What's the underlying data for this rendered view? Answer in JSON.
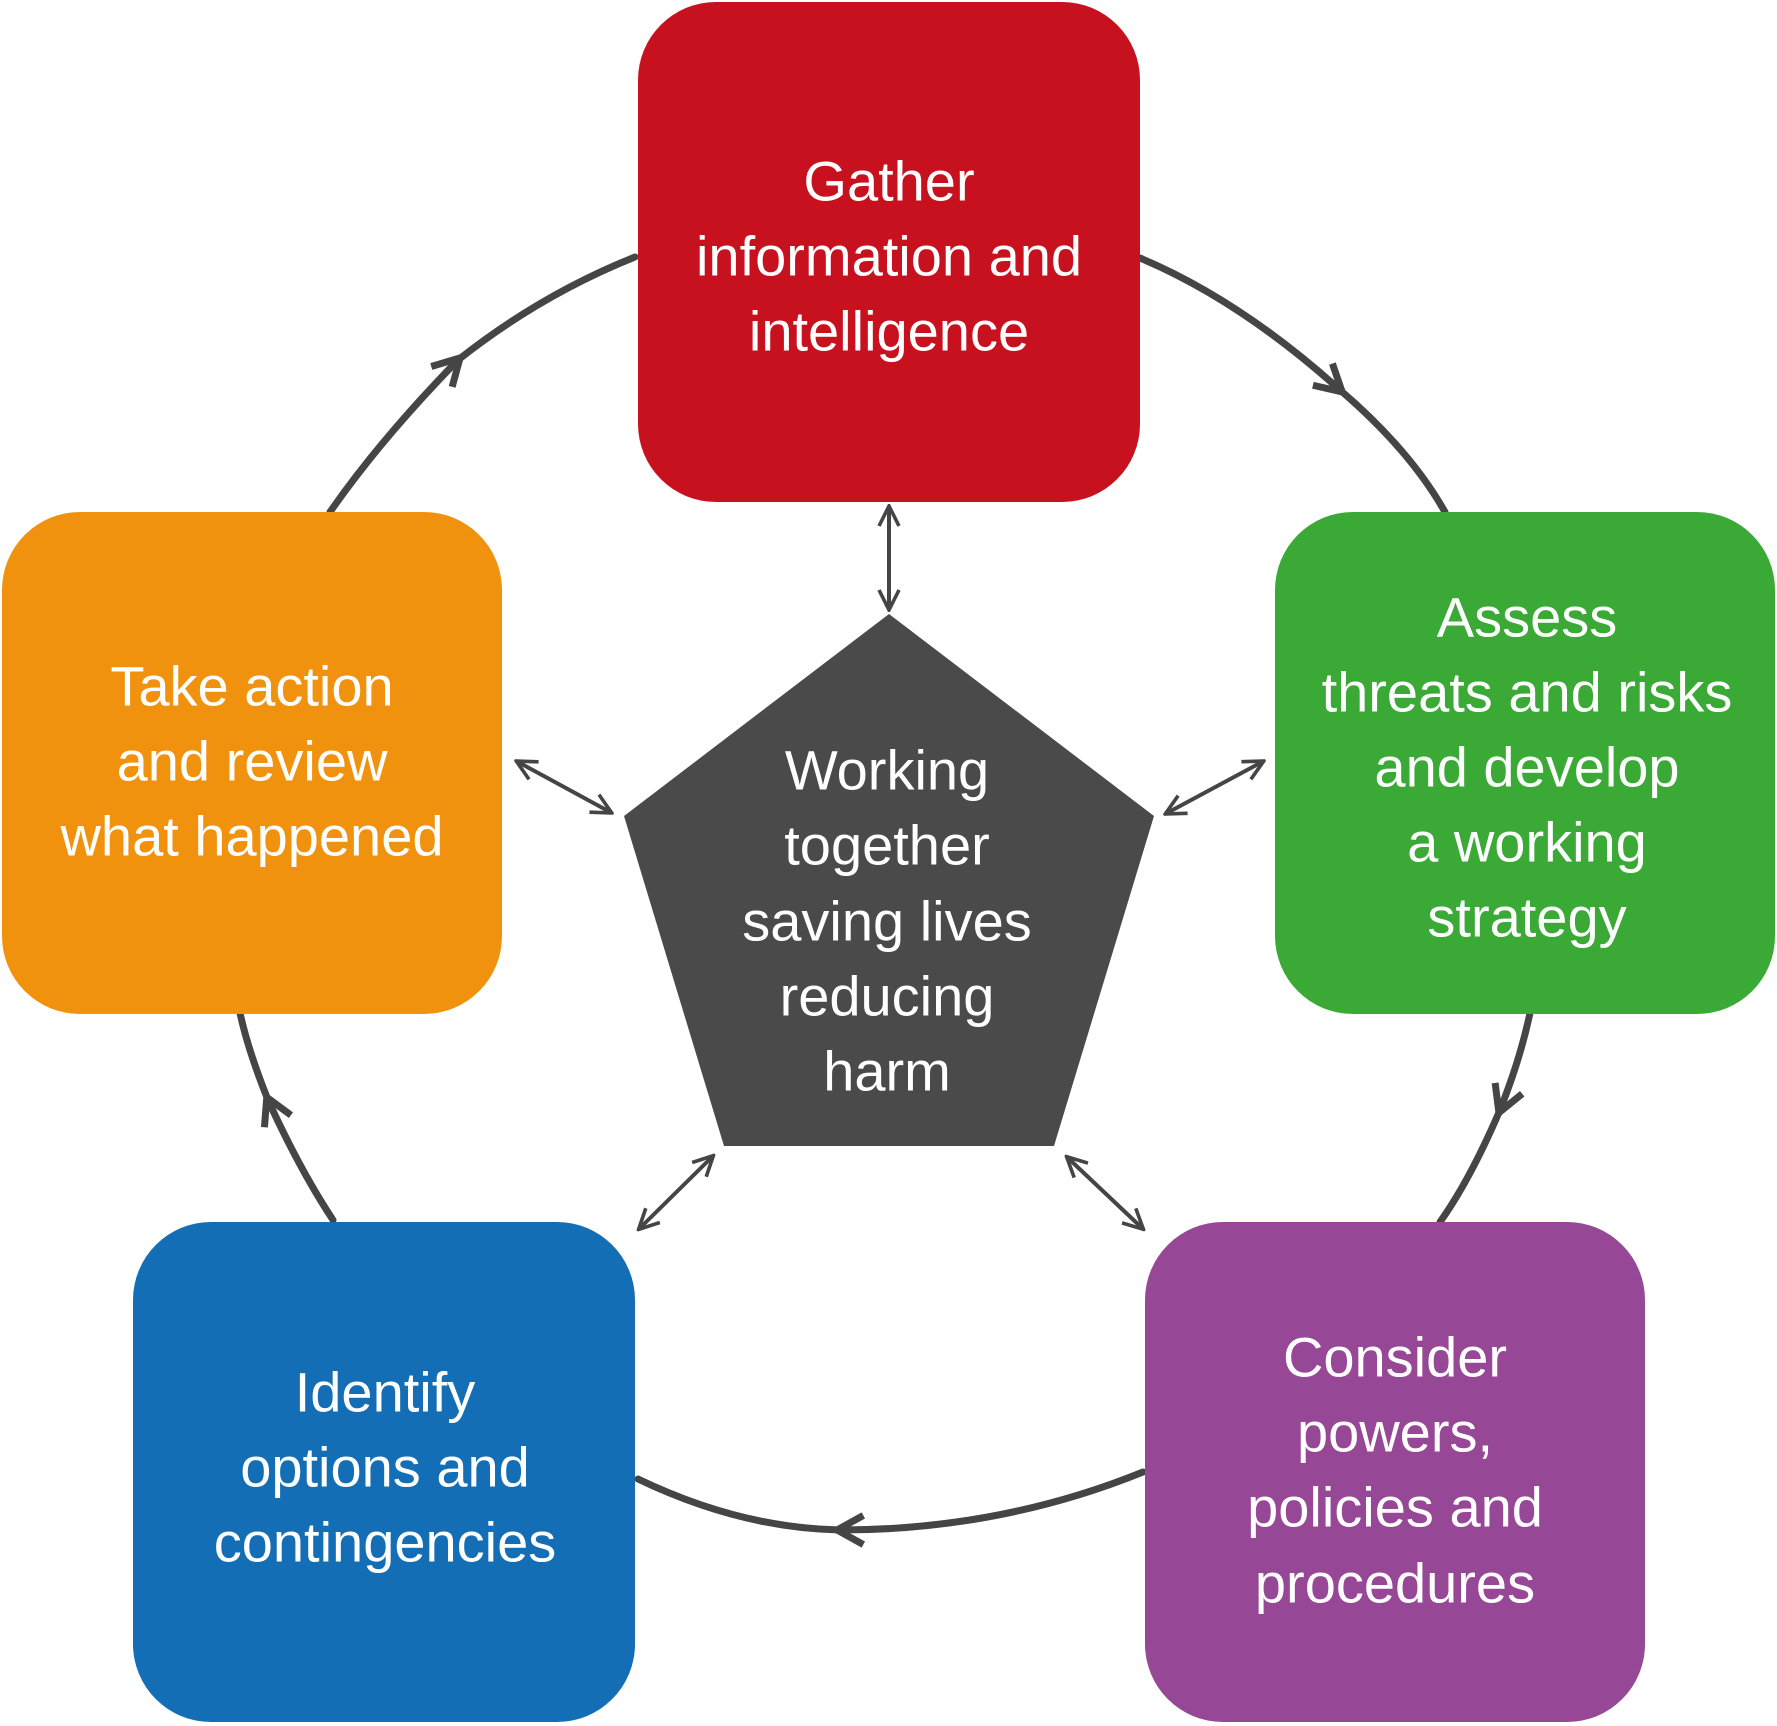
{
  "center": {
    "lines": [
      "Working",
      "together",
      "saving lives",
      "reducing",
      "harm"
    ],
    "color": "#4a4a4a"
  },
  "nodes": [
    {
      "id": "gather",
      "color": "#c8111f",
      "lines": [
        "Gather",
        "information and",
        "intelligence"
      ]
    },
    {
      "id": "assess",
      "color": "#3aa935",
      "lines": [
        "Assess",
        "threats and risks",
        "and develop",
        "a working",
        "strategy"
      ]
    },
    {
      "id": "consider",
      "color": "#964795",
      "lines": [
        "Consider",
        "powers,",
        "policies and",
        "procedures"
      ]
    },
    {
      "id": "identify",
      "color": "#146eb5",
      "lines": [
        "Identify",
        "options and",
        "contingencies"
      ]
    },
    {
      "id": "take-action",
      "color": "#f1920e",
      "lines": [
        "Take action",
        "and review",
        "what happened"
      ]
    }
  ],
  "arrow_color": "#454545",
  "icons": {
    "cycle_arrow": "arrowhead",
    "link_arrow": "double-headed-arrow"
  }
}
